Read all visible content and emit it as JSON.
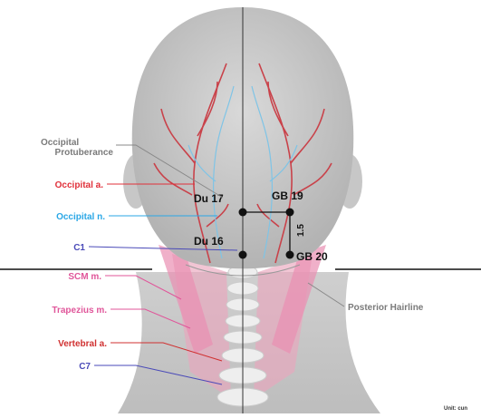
{
  "labels": {
    "occipital_protuberance": [
      "Occipital",
      "Protuberance"
    ],
    "occipital_artery": "Occipital a.",
    "occipital_nerve": "Occipital n.",
    "c1": "C1",
    "scm": "SCM m.",
    "trapezius": "Trapezius m.",
    "vertebral_artery": "Vertebral a.",
    "c7": "C7",
    "posterior_hairline": "Posterior Hairline",
    "unit": "Unit: cun"
  },
  "points": {
    "du17": "Du 17",
    "gb19": "GB 19",
    "du16": "Du 16",
    "gb20": "GB 20"
  },
  "measurement": "1.5",
  "colors": {
    "occipital_artery": "#e0303a",
    "occipital_nerve": "#2aa7e6",
    "c1": "#4a4ab8",
    "scm": "#e0569a",
    "trapezius": "#e0569a",
    "vertebral_artery": "#d03030",
    "c7": "#4a4ab8",
    "gray_text": "#7a7a7a"
  }
}
